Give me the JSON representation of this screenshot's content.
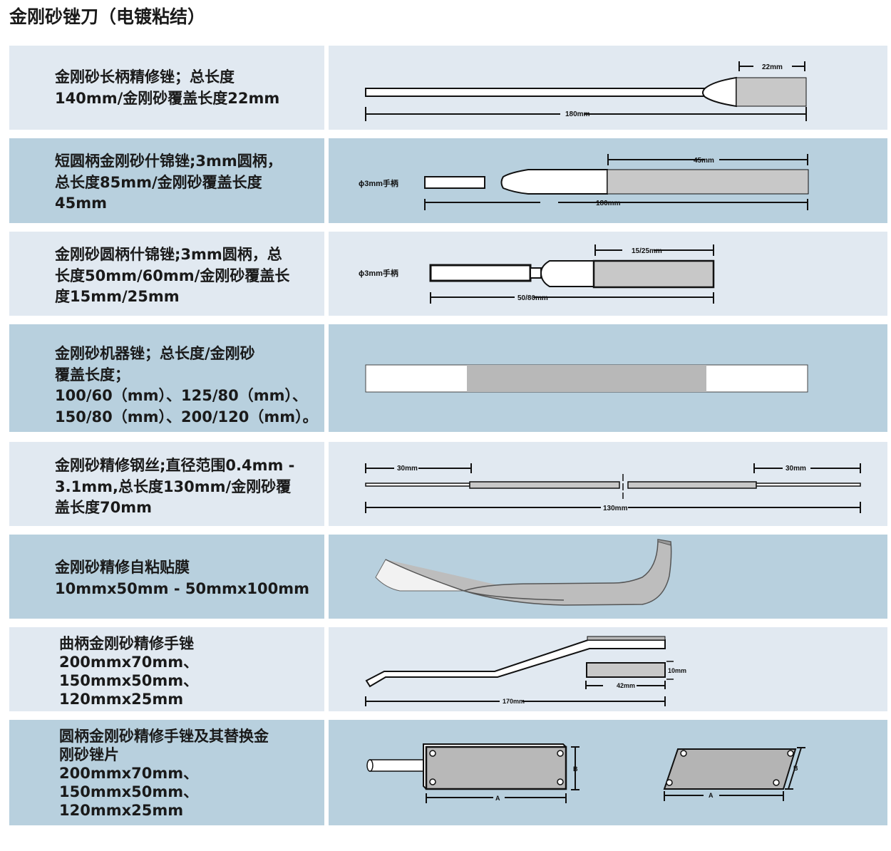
{
  "title": "金刚砂锉刀（电镀粘结）",
  "rows": [
    {
      "desc": "金刚砂长柄精修锉；总长度\n140mm/金刚砂覆盖长度22mm",
      "labels": {
        "coat": "22mm",
        "total": "180mm"
      }
    },
    {
      "desc": "短圆柄金刚砂什锦锉;3mm圆柄，\n总长度85mm/金刚砂覆盖长度\n45mm",
      "labels": {
        "handle": "ϕ3mm手柄",
        "coat": "45mm",
        "total": "180mm"
      }
    },
    {
      "desc": "金刚砂圆柄什锦锉;3mm圆柄，总\n长度50mm/60mm/金刚砂覆盖长\n度15mm/25mm",
      "labels": {
        "handle": "ϕ3mm手柄",
        "coat": "15/25mm",
        "total": "50/80mm"
      }
    },
    {
      "desc": "金刚砂机器锉；总长度/金刚砂\n覆盖长度；\n100/60（mm）、125/80（mm）、\n150/80（mm）、200/120（mm）。"
    },
    {
      "desc": "金刚砂精修钢丝;直径范围0.4mm -\n3.1mm,总长度130mm/金刚砂覆\n盖长度70mm",
      "labels": {
        "left": "30mm",
        "right": "30mm",
        "total": "130mm"
      }
    },
    {
      "desc": "金刚砂精修自粘贴膜\n10mmx50mm - 50mmx100mm"
    },
    {
      "desc": "曲柄金刚砂精修手锉\n200mmx70mm、\n150mmx50mm、\n120mmx25mm",
      "labels": {
        "height": "10mm",
        "width": "42mm",
        "total": "170mm"
      }
    },
    {
      "desc": "圆柄金刚砂精修手锉及其替换金\n刚砂锉片\n200mmx70mm、\n150mmx50mm、\n120mmx25mm",
      "labels": {
        "a1": "A",
        "b1": "B",
        "a2": "A",
        "b2": "B"
      }
    }
  ]
}
